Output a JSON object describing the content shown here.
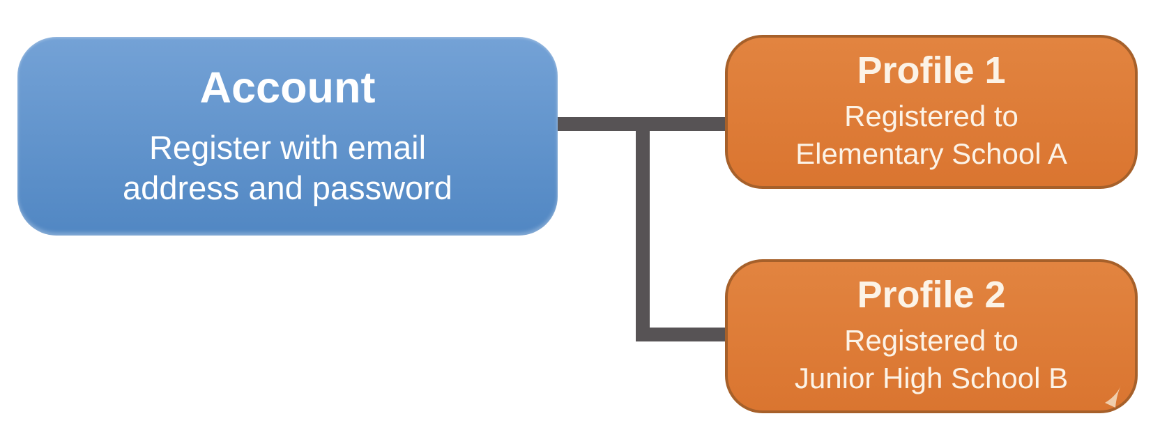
{
  "diagram": {
    "type": "account-profiles-hierarchy",
    "colors": {
      "background": "#ffffff",
      "account_fill_top": "#74a2d6",
      "account_fill_bottom": "#5187c3",
      "account_text": "#ffffff",
      "profile_fill_top": "#e28440",
      "profile_fill_bottom": "#da7530",
      "profile_border": "#a6602a",
      "profile_text": "#fcf3e7",
      "connector": "#575355",
      "watermark": "#f3d8ba"
    },
    "account_box": {
      "title": "Account",
      "subtitle": [
        "Register with email",
        "address and password"
      ]
    },
    "profile1_box": {
      "title": "Profile 1",
      "subtitle": [
        "Registered to",
        "Elementary School A"
      ]
    },
    "profile2_box": {
      "title": "Profile 2",
      "subtitle": [
        "Registered to",
        "Junior High School B"
      ],
      "watermark_icon": "swoosh-page-curl"
    }
  }
}
